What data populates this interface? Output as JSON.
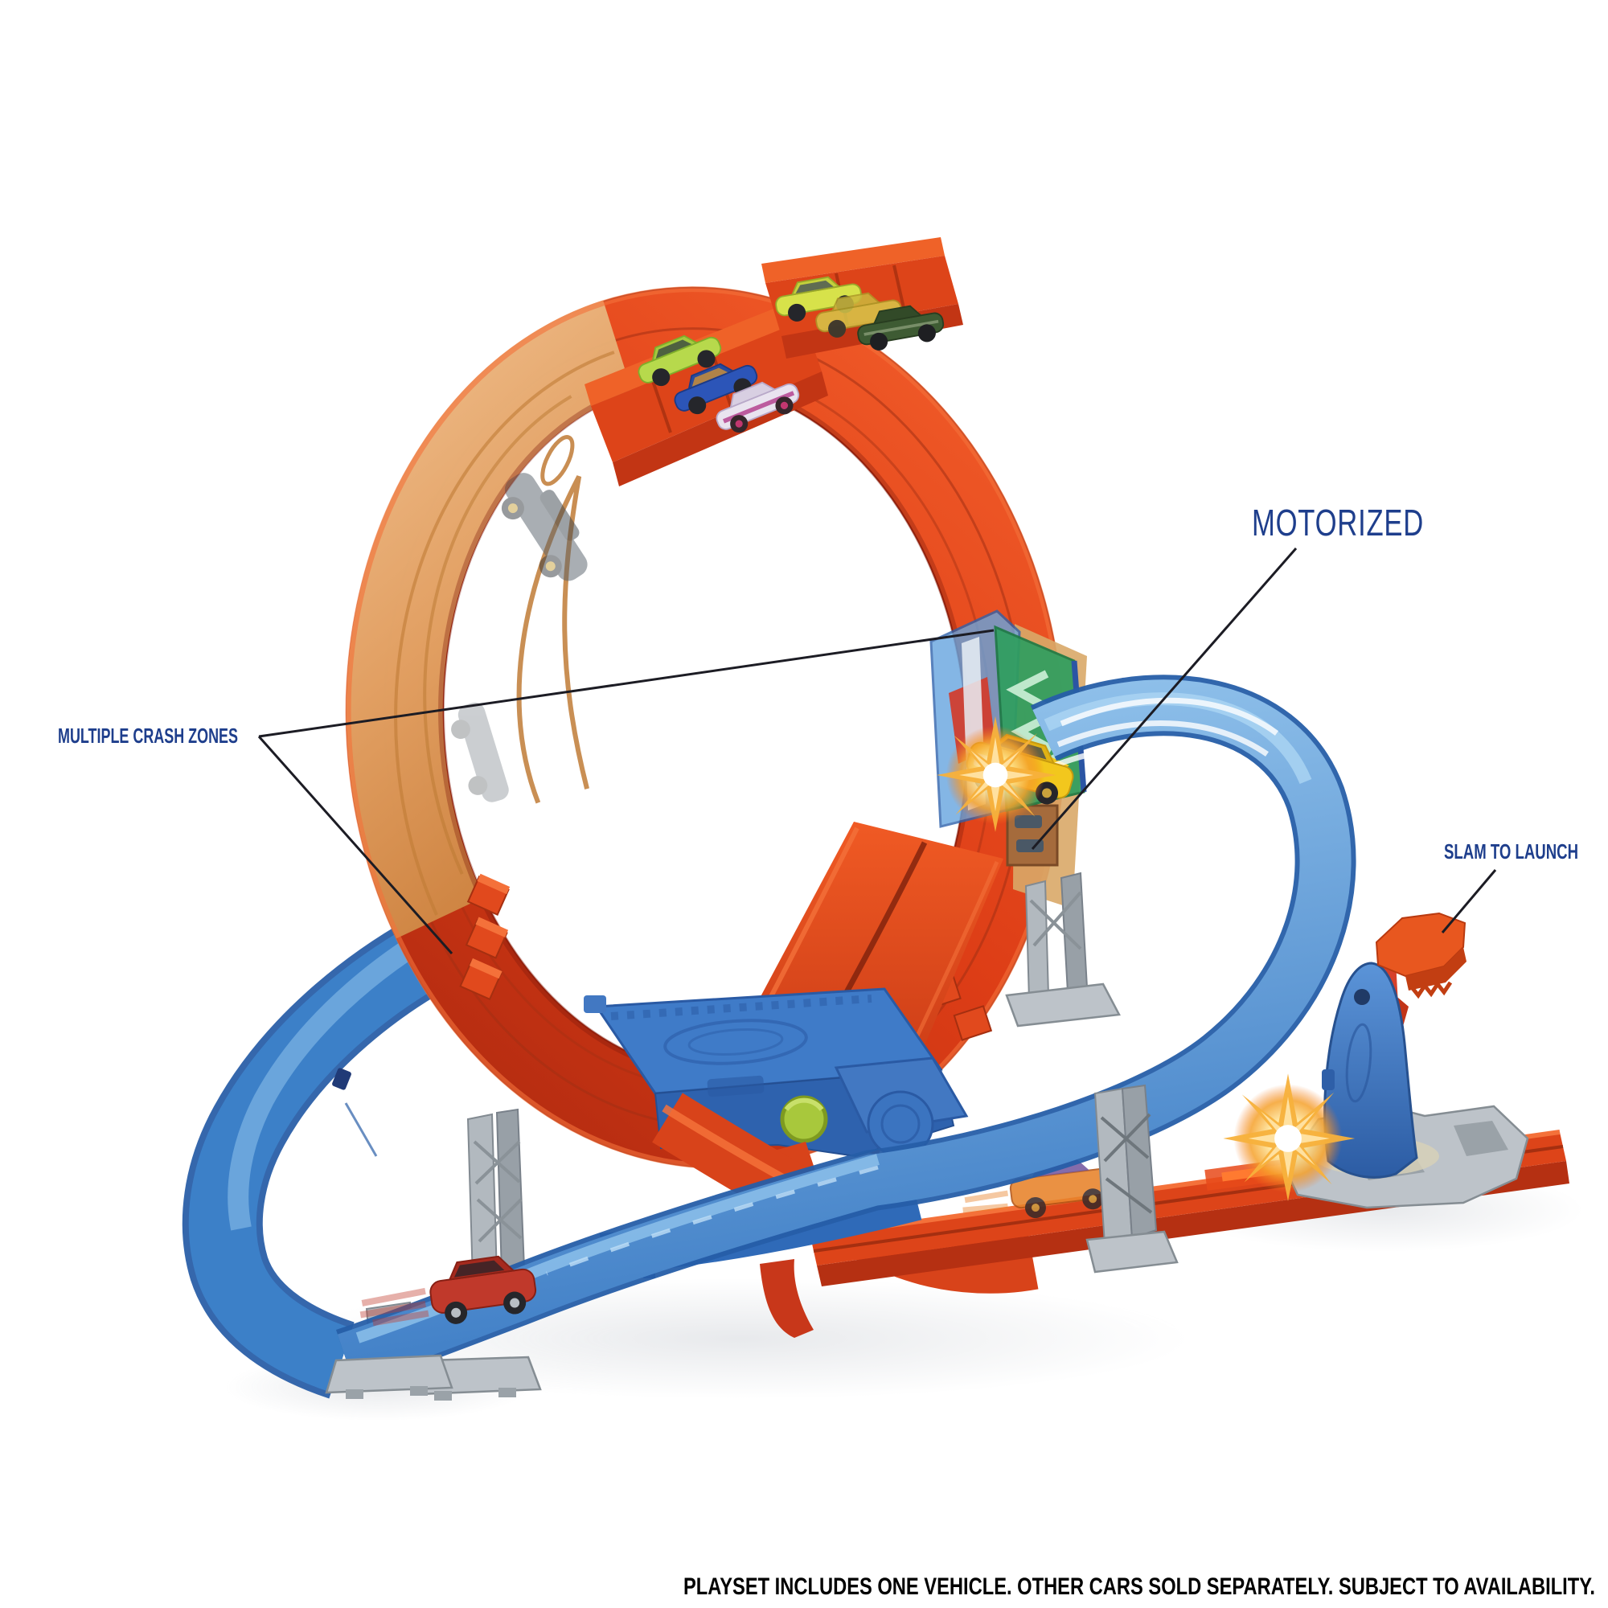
{
  "page": {
    "type": "product-photo",
    "background": "#ffffff"
  },
  "annotations": {
    "motorized": {
      "label": "MOTORIZED"
    },
    "multiple_crash_zones": {
      "label": "MULTIPLE CRASH ZONES"
    },
    "slam_to_launch": {
      "label": "SLAM TO LAUNCH"
    }
  },
  "disclaimer": {
    "text": "PLAYSET INCLUDES ONE VEHICLE. OTHER CARS SOLD SEPARATELY. SUBJECT TO AVAILABILITY."
  },
  "palette": {
    "annotation_text": "#1e3e8c",
    "annotation_line": "#1c1c24",
    "disclaimer_text": "#000000",
    "track_orange": "#e1491d",
    "track_orange_dark": "#b53012",
    "amber_translucent": "#e2a264",
    "track_blue": "#4d8fd2",
    "track_blue_dark": "#2a5fa8",
    "booster_green": "#2f9e5f",
    "launcher_blue": "#3e7ac8",
    "support_gray": "#b2b9bf",
    "burst_yellow": "#f7b13c"
  },
  "vehicles": [
    {
      "name": "lime-green-car",
      "location": "loop-top-left-tray",
      "color": "#b7d94c"
    },
    {
      "name": "blue-car",
      "location": "loop-top-left-tray",
      "color": "#2c55b8"
    },
    {
      "name": "white-magenta-car",
      "location": "loop-top-left-tray",
      "color": "#e9e3ef"
    },
    {
      "name": "yellow-green-car",
      "location": "loop-top-right-tray",
      "color": "#d7e24a"
    },
    {
      "name": "translucent-yellow-car",
      "location": "loop-top-right-tray",
      "color": "#d8c84a"
    },
    {
      "name": "dark-green-car",
      "location": "loop-top-right-tray",
      "color": "#3e5b33"
    },
    {
      "name": "yellow-crash-car",
      "location": "motorized-booster",
      "color": "#f0c417"
    },
    {
      "name": "red-car",
      "location": "front-blue-track",
      "color": "#c0392b"
    },
    {
      "name": "orange-ghost-car",
      "location": "launch-track",
      "color": "#e8822a"
    }
  ]
}
